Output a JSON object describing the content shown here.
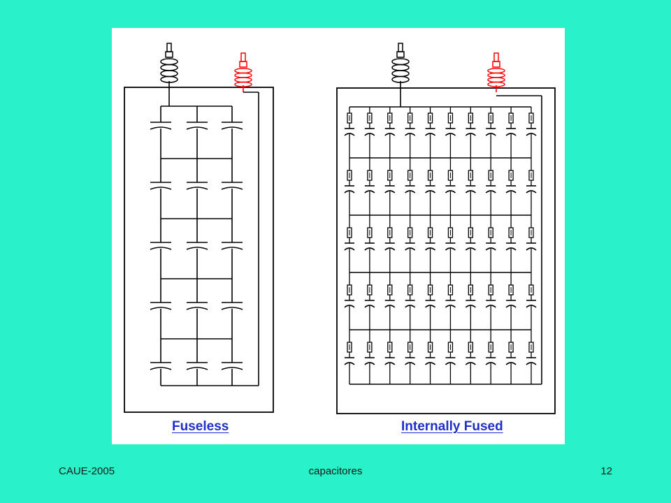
{
  "diagram": {
    "left_label": "Fuseless",
    "right_label": "Internally Fused",
    "colors": {
      "wire": "#000000",
      "live_bushing": "#000000",
      "neutral_bushing": "#ff0000",
      "caption": "#1e2ec8",
      "slide_background": "#2af2c8"
    },
    "fuseless": {
      "columns": 3,
      "rows": 5
    },
    "internally_fused": {
      "columns": 10,
      "rows": 5
    }
  },
  "footer": {
    "left": "CAUE-2005",
    "center": "capacitores",
    "right": "12"
  }
}
